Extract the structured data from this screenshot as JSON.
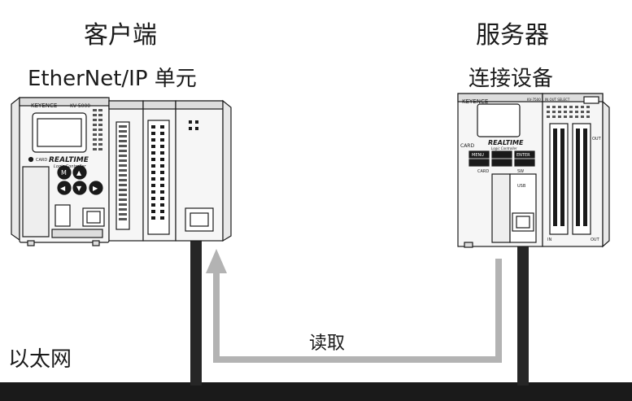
{
  "labels": {
    "client": "客户端",
    "server": "服务器",
    "ethernet_ip_unit": "EtherNet/IP 单元",
    "connected_device": "连接设备",
    "read": "读取",
    "ethernet": "以太网"
  },
  "left_plc": {
    "brand": "KEYENCE",
    "model": "KV-5000",
    "realtime": "REALTIME",
    "logic_controller": "Logic Controller",
    "card": "CARD",
    "key_m": "M",
    "key_up": "▲",
    "key_down": "▼",
    "key_left": "◀",
    "key_right": "▶"
  },
  "right_plc": {
    "brand": "KEYENCE",
    "model": "KV-7500",
    "realtime": "REALTIME",
    "logic_controller": "Logic Controller",
    "card": "CARD",
    "menu": "MENU",
    "enter": "ENTER",
    "sw": "SW",
    "usb": "USB",
    "card_slot": "CARD",
    "in": "IN",
    "out": "OUT",
    "out2": "OUT",
    "io_led": "IN OUT SELECT"
  },
  "colors": {
    "line": "#1a1a1a",
    "cable": "#262626",
    "arrow": "#b3b3b3",
    "device_fill": "#f6f6f6"
  }
}
